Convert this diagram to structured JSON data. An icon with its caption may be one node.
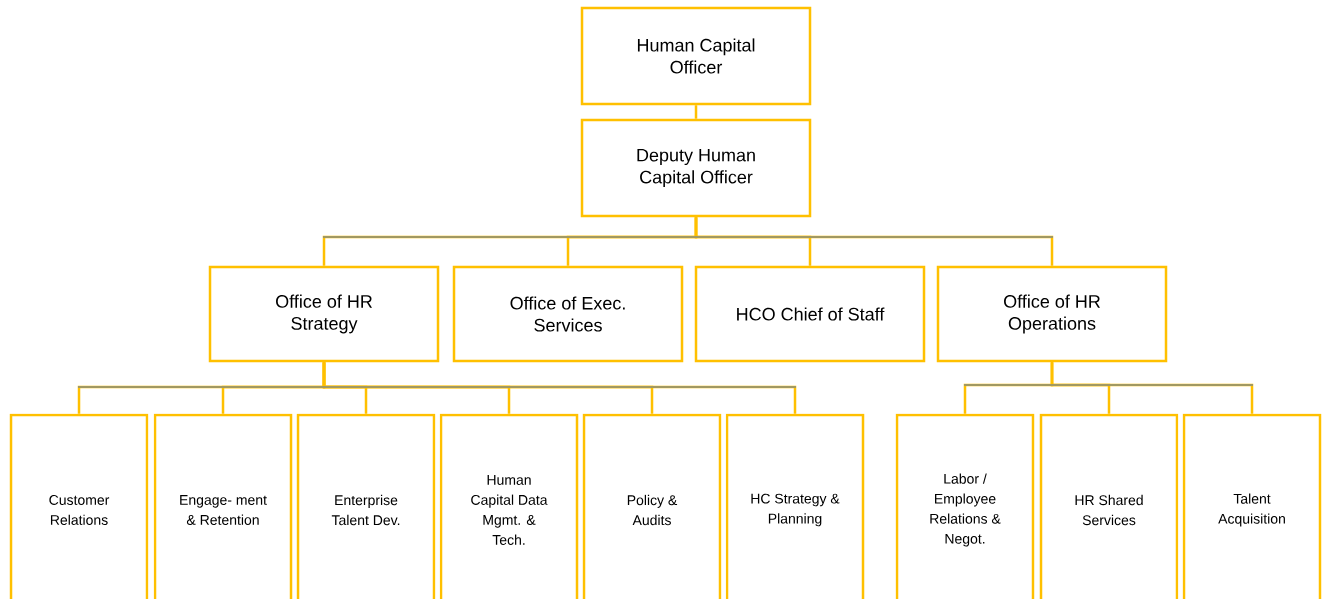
{
  "diagram": {
    "nodes": [
      {
        "text": [
          "Human Capital Officer"
        ]
      },
      {
        "text": [
          "Deputy Human Capital Officer"
        ]
      },
      {
        "text": [
          "Office of HR Strategy"
        ]
      },
      {
        "text": [
          "Office of Exec. Services"
        ]
      },
      {
        "text": [
          "HCO Chief of Staff"
        ]
      },
      {
        "text": [
          "Office of HR Operations"
        ]
      },
      {
        "text": [
          "Customer Relations"
        ]
      },
      {
        "text": [
          "Engage- ment & Retention"
        ]
      },
      {
        "text": [
          "Enterprise Talent Dev."
        ]
      },
      {
        "text": [
          "Human Capital Data Mgmt. & Tech."
        ]
      },
      {
        "text": [
          "Policy & Audits"
        ]
      },
      {
        "text": [
          "HC Strategy & Planning"
        ]
      },
      {
        "text": [
          "Labor / Employee Relations & Negot."
        ]
      },
      {
        "text": [
          "HR Shared Services"
        ]
      },
      {
        "text": [
          "Talent Acquisition"
        ]
      }
    ],
    "edges": [
      {
        "from": 0,
        "to": 1,
        "arrow": "none"
      },
      {
        "from": 1,
        "to": 2,
        "arrow": "none"
      },
      {
        "from": 1,
        "to": 3,
        "arrow": "none"
      },
      {
        "from": 1,
        "to": 4,
        "arrow": "none"
      },
      {
        "from": 1,
        "to": 5,
        "arrow": "none"
      },
      {
        "from": 2,
        "to": 6,
        "arrow": "none"
      },
      {
        "from": 2,
        "to": 7,
        "arrow": "none"
      },
      {
        "from": 2,
        "to": 8,
        "arrow": "none"
      },
      {
        "from": 2,
        "to": 9,
        "arrow": "none"
      },
      {
        "from": 2,
        "to": 10,
        "arrow": "none"
      },
      {
        "from": 2,
        "to": 11,
        "arrow": "none"
      },
      {
        "from": 5,
        "to": 12,
        "arrow": "none"
      },
      {
        "from": 5,
        "to": 13,
        "arrow": "none"
      },
      {
        "from": 5,
        "to": 14,
        "arrow": "none"
      }
    ]
  }
}
